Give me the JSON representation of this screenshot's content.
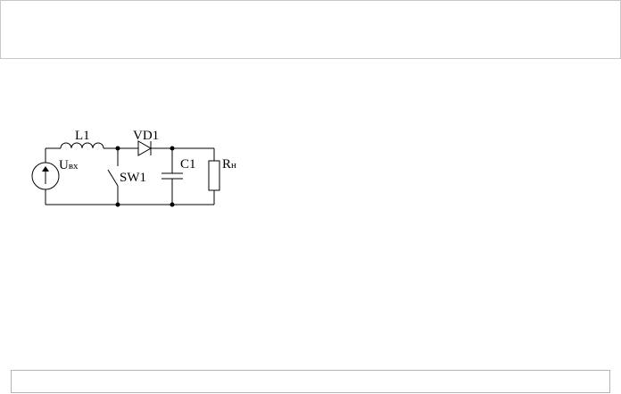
{
  "diagram": {
    "labels": {
      "inductor": "L1",
      "diode": "VD1",
      "capacitor": "C1",
      "switch": "SW1",
      "source_main": "U",
      "source_sub": "вх",
      "load_main": "R",
      "load_sub": "н"
    }
  }
}
